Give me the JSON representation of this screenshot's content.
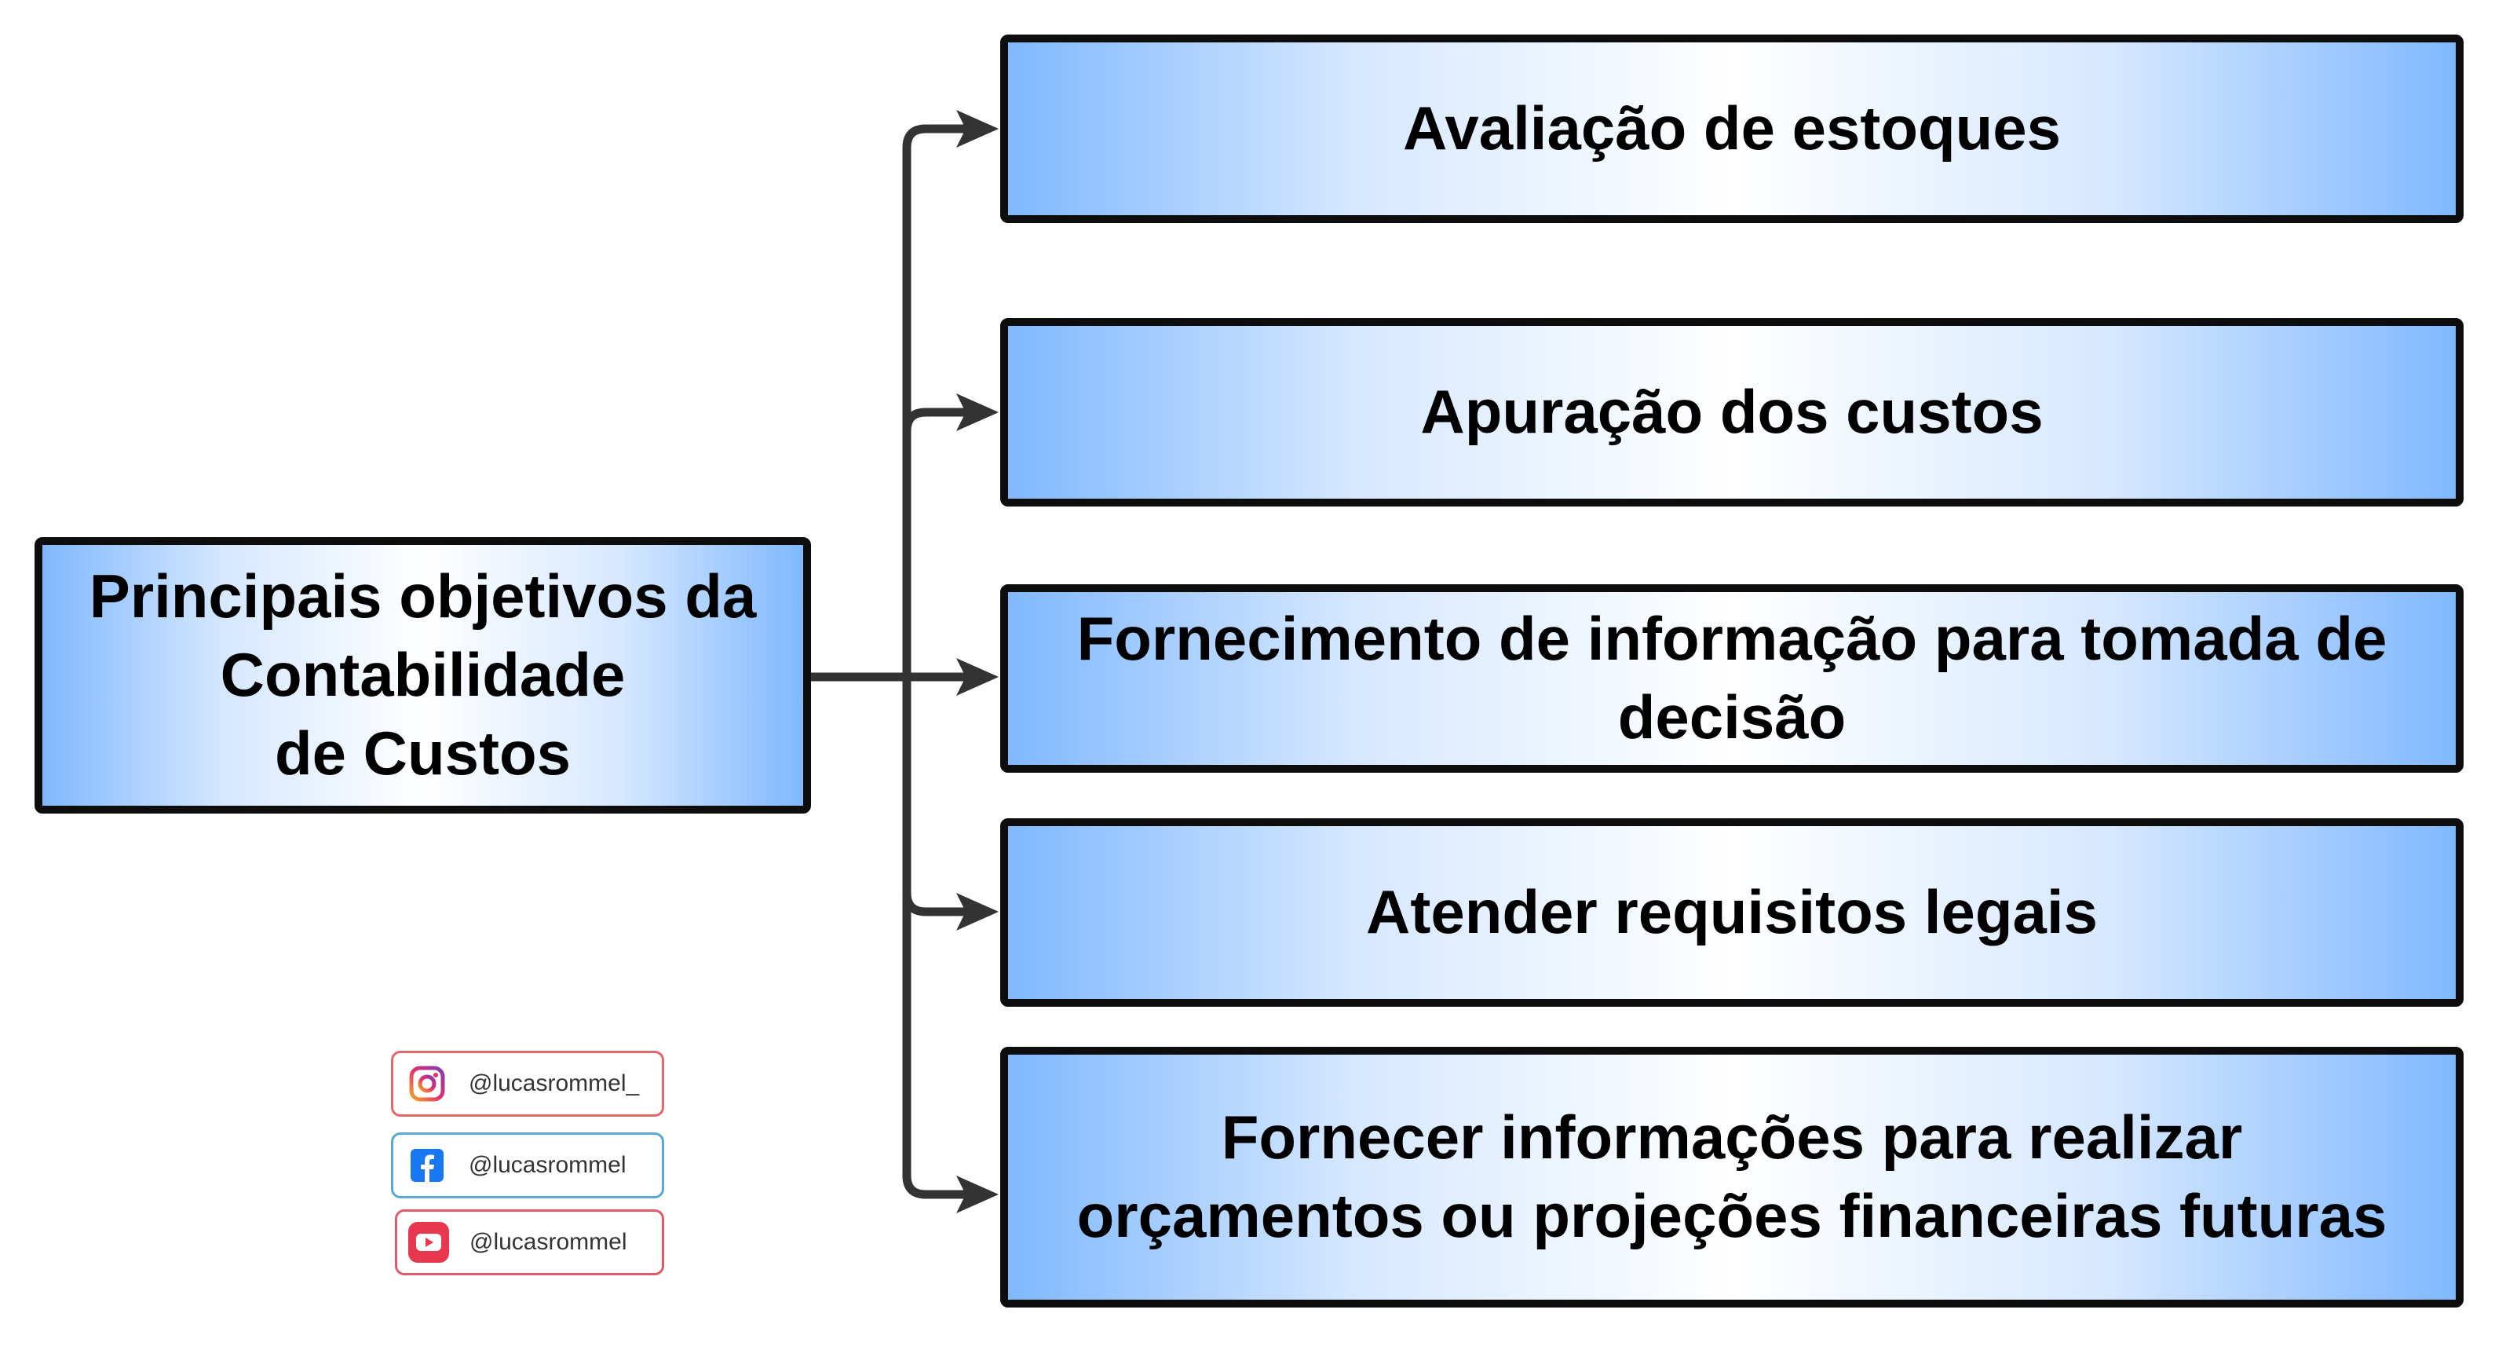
{
  "root": {
    "line1": "Principais objetivos da",
    "line2": "Contabilidade",
    "line3": "de Custos"
  },
  "objectives": [
    {
      "lines": [
        "Avaliação de estoques"
      ]
    },
    {
      "lines": [
        "Apuração dos custos"
      ]
    },
    {
      "lines": [
        "Fornecimento de informação para tomada de",
        "decisão"
      ]
    },
    {
      "lines": [
        "Atender requisitos legais"
      ]
    },
    {
      "lines": [
        "Fornecer informações para realizar",
        "orçamentos ou projeções financeiras futuras"
      ]
    }
  ],
  "social": {
    "instagram": {
      "handle": "@lucasrommel_",
      "icon": "instagram-icon",
      "color": "#e1306c"
    },
    "facebook": {
      "handle": "@lucasrommel",
      "icon": "facebook-icon",
      "color": "#1877f2"
    },
    "youtube": {
      "handle": "@lucasrommel",
      "icon": "youtube-icon",
      "color": "#e8384f"
    }
  },
  "colors": {
    "border": "#0d0d0d",
    "gradient_edge": "#80b8ff",
    "gradient_center": "#ffffff",
    "connector": "#333333"
  }
}
